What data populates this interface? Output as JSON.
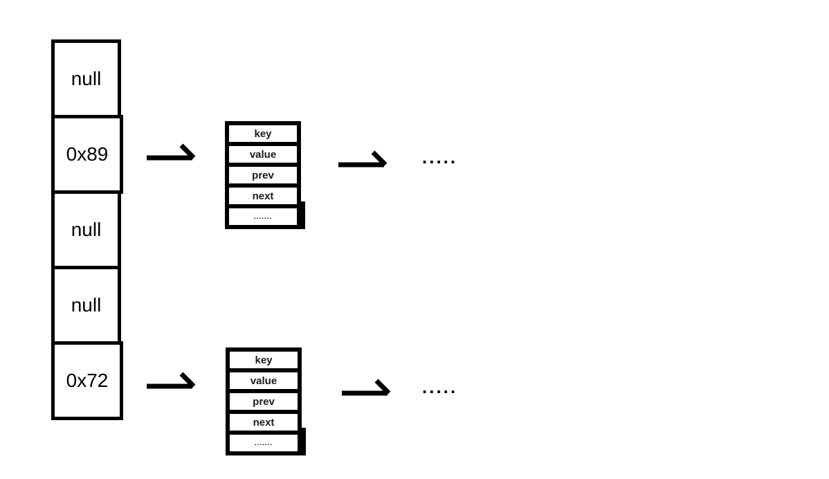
{
  "array": {
    "cells": [
      {
        "label": "null"
      },
      {
        "label": "0x89"
      },
      {
        "label": "null"
      },
      {
        "label": "null"
      },
      {
        "label": "0x72"
      }
    ]
  },
  "nodes": [
    {
      "rows": [
        "key",
        "value",
        "prev",
        "next",
        "......."
      ]
    },
    {
      "rows": [
        "key",
        "value",
        "prev",
        "next",
        "......."
      ]
    }
  ],
  "ellipses": {
    "after_node1": ".....",
    "after_node2": "....."
  },
  "icons": {
    "arrow": "hooked-right-arrow-icon"
  },
  "colors": {
    "line": "#000000",
    "label_text": "#1a1a1a",
    "cell_text": "#000000",
    "background": "#ffffff"
  }
}
